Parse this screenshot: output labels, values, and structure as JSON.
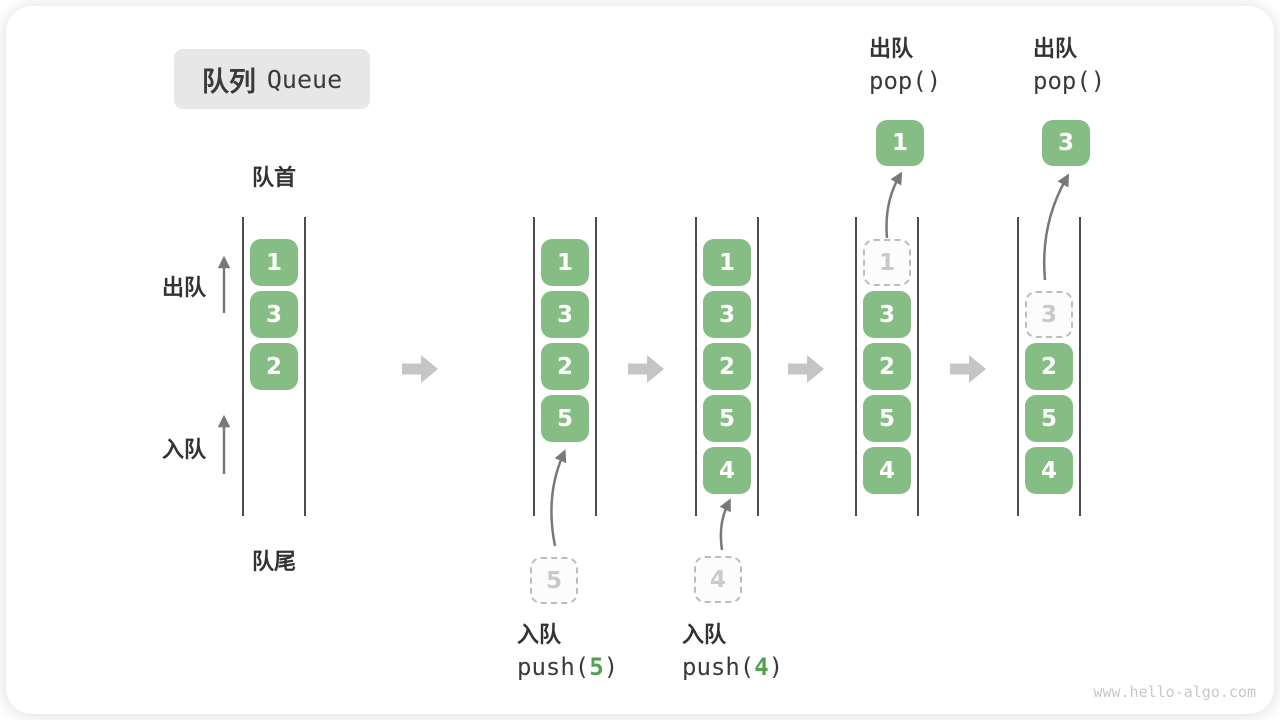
{
  "title": {
    "zh": "队列",
    "en": "Queue"
  },
  "side_labels": {
    "front": "队首",
    "rear": "队尾",
    "dequeue": "出队",
    "enqueue": "入队"
  },
  "states": [
    {
      "blocks": [
        "1",
        "3",
        "2"
      ]
    },
    {
      "blocks": [
        "1",
        "3",
        "2",
        "5"
      ],
      "incoming": "5"
    },
    {
      "blocks": [
        "1",
        "3",
        "2",
        "5",
        "4"
      ],
      "incoming": "4"
    },
    {
      "removed": "1",
      "blocks": [
        "3",
        "2",
        "5",
        "4"
      ],
      "popped": "1"
    },
    {
      "removed": "3",
      "blocks": [
        "2",
        "5",
        "4"
      ],
      "popped": "3"
    }
  ],
  "ops": {
    "push5": {
      "label": "入队",
      "code_open": "push(",
      "arg": "5",
      "code_close": ")"
    },
    "push4": {
      "label": "入队",
      "code_open": "push(",
      "arg": "4",
      "code_close": ")"
    },
    "pop_first": {
      "label": "出队",
      "code": "pop()"
    },
    "pop_second": {
      "label": "出队",
      "code": "pop()"
    }
  },
  "watermark": "www.hello-algo.com",
  "colors": {
    "block_green": "#85bd85",
    "code_arg_green": "#55a055",
    "flow_arrow_gray": "#c5c5c5",
    "thin_arrow_gray": "#787878",
    "container_line": "#4d4d4d",
    "dashed_border": "#bcbcbc",
    "title_bg": "#e7e7e7",
    "text_dark": "#3a3a3a",
    "watermark_gray": "#c8c8c8"
  }
}
